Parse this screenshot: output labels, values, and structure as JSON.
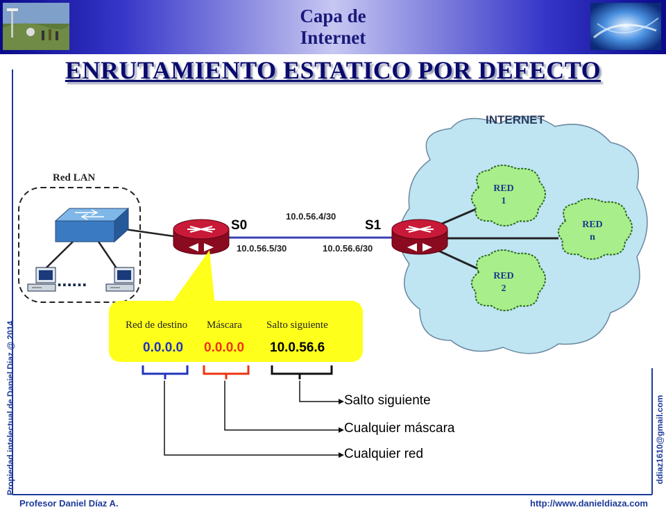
{
  "header": {
    "title_line1": "Capa de",
    "title_line2": "Internet"
  },
  "main_title": "ENRUTAMIENTO ESTATICO POR DEFECTO",
  "diagram": {
    "internet_label": "INTERNET",
    "lan_label": "Red LAN",
    "iface_s0": "S0",
    "iface_s1": "S1",
    "link_network": "10.0.56.4/30",
    "s0_address": "10.0.56.5/30",
    "s1_address": "10.0.56.6/30",
    "ellipsis": "......",
    "red1": [
      "RED",
      "1"
    ],
    "red2": [
      "RED",
      "2"
    ],
    "redn": [
      "RED",
      "n"
    ]
  },
  "route": {
    "headers": {
      "dest": "Red de destino",
      "mask": "Máscara",
      "next": "Salto siguiente"
    },
    "values": {
      "dest": "0.0.0.0",
      "mask": "0.0.0.0",
      "next": "10.0.56.6"
    }
  },
  "legend": {
    "next_hop": "Salto siguiente",
    "any_mask": "Cualquier máscara",
    "any_net": "Cualquier red"
  },
  "footer": {
    "author": "Profesor Daniel Díaz A.",
    "url": "http://www.danieldiaza.com",
    "copyright": "Propiedad intelectual de Daniel Diaz @ 2014",
    "email": "ddiaz1610@gmail.com"
  },
  "colors": {
    "title": "#0a0a6e",
    "cloud": "#bfe4f2",
    "router": "#b0102a",
    "callout": "#ffff1c",
    "dest_value": "#2233bb",
    "mask_value": "#ee3311",
    "next_value": "#000000",
    "link": "#3a3fb0"
  },
  "icons": [
    "switch-icon",
    "router-icon",
    "pc-icon",
    "cloud-icon"
  ]
}
